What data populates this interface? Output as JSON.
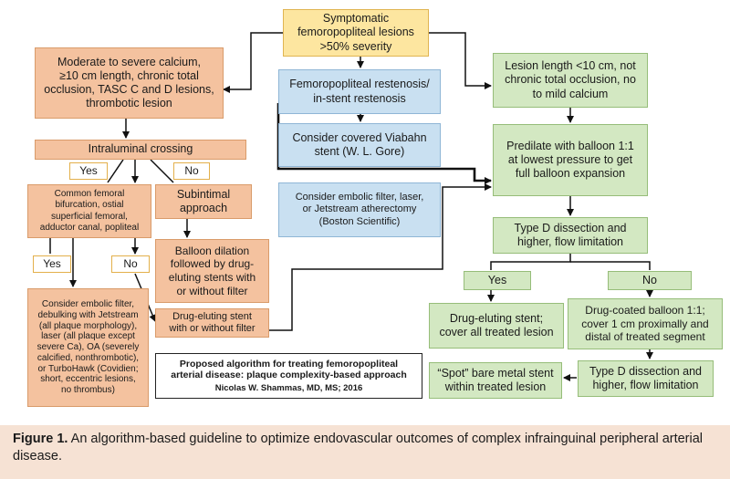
{
  "title_box": "Symptomatic\nfemoropopliteal lesions\n>50% severity",
  "left_branch": {
    "criteria": "Moderate to severe calcium,\n≥10 cm length, chronic total\nocclusion, TASC C and D lesions,\nthrombotic lesion",
    "crossing": "Intraluminal crossing",
    "yes": "Yes",
    "no": "No",
    "lesion_sites": "Common femoral\nbifurcation, ostial\nsuperficial femoral,\nadductor canal, popliteal",
    "subintimal": "Subintimal\napproach",
    "yes2": "Yes",
    "no2": "No",
    "atherectomy": "Consider embolic filter,\ndebulking with Jetstream\n(all plaque morphology),\nlaser (all plaque except\nsevere Ca), OA (severely\ncalcified, nonthrombotic),\nor TurboHawk (Covidien;\nshort, eccentric lesions,\nno thrombus)",
    "balloon_dilation": "Balloon dilation\nfollowed by drug-\neluting stents with\nor without filter",
    "des_filter": "Drug-eluting stent\nwith or without filter"
  },
  "middle_branch": {
    "restenosis": "Femoropopliteal restenosis/\nin-stent restenosis",
    "viabahn": "Consider covered Viabahn\nstent (W. L. Gore)",
    "embolic": "Consider embolic filter, laser,\nor Jetstream atherectomy\n(Boston Scientific)"
  },
  "right_branch": {
    "criteria": "Lesion length <10 cm, not\nchronic total occlusion, no\nto mild calcium",
    "predilate": "Predilate with balloon 1:1\nat lowest pressure to get\nfull balloon expansion",
    "dissection": "Type D dissection and\nhigher, flow limitation",
    "yes": "Yes",
    "no": "No",
    "des_cover": "Drug-eluting stent;\ncover all treated lesion",
    "dcb": "Drug-coated balloon 1:1;\ncover 1 cm proximally and\ndistal of treated segment",
    "dissection2": "Type D dissection and\nhigher, flow limitation",
    "spot": "“Spot” bare metal stent\nwithin treated lesion"
  },
  "credit": {
    "title": "Proposed algorithm for treating femoropopliteal\narterial disease: plaque complexity-based approach",
    "author": "Nicolas W. Shammas, MD, MS; 2016"
  },
  "caption": {
    "label": "Figure 1.",
    "text": " An algorithm-based guideline to optimize endovascular outcomes of complex infrainguinal peripheral arterial disease."
  },
  "colors": {
    "yellow": "#fde6a0",
    "orange": "#f4c29f",
    "blue": "#c9e0f1",
    "green": "#d3e8c2",
    "caption_bg": "#f6e2d4"
  }
}
